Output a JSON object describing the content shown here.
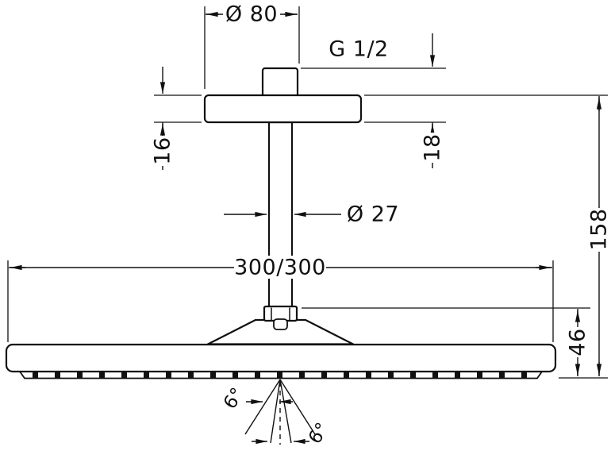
{
  "dims": {
    "flange_diameter": "Ø 80",
    "thread_size": "G 1/2",
    "flange_height": "16",
    "thread_length": "18",
    "pipe_diameter": "Ø 27",
    "head_dimensions": "300/300",
    "installation_height": "158",
    "head_depth": "46",
    "spray_angle_upper": "6°",
    "spray_angle_lower": "6°"
  }
}
